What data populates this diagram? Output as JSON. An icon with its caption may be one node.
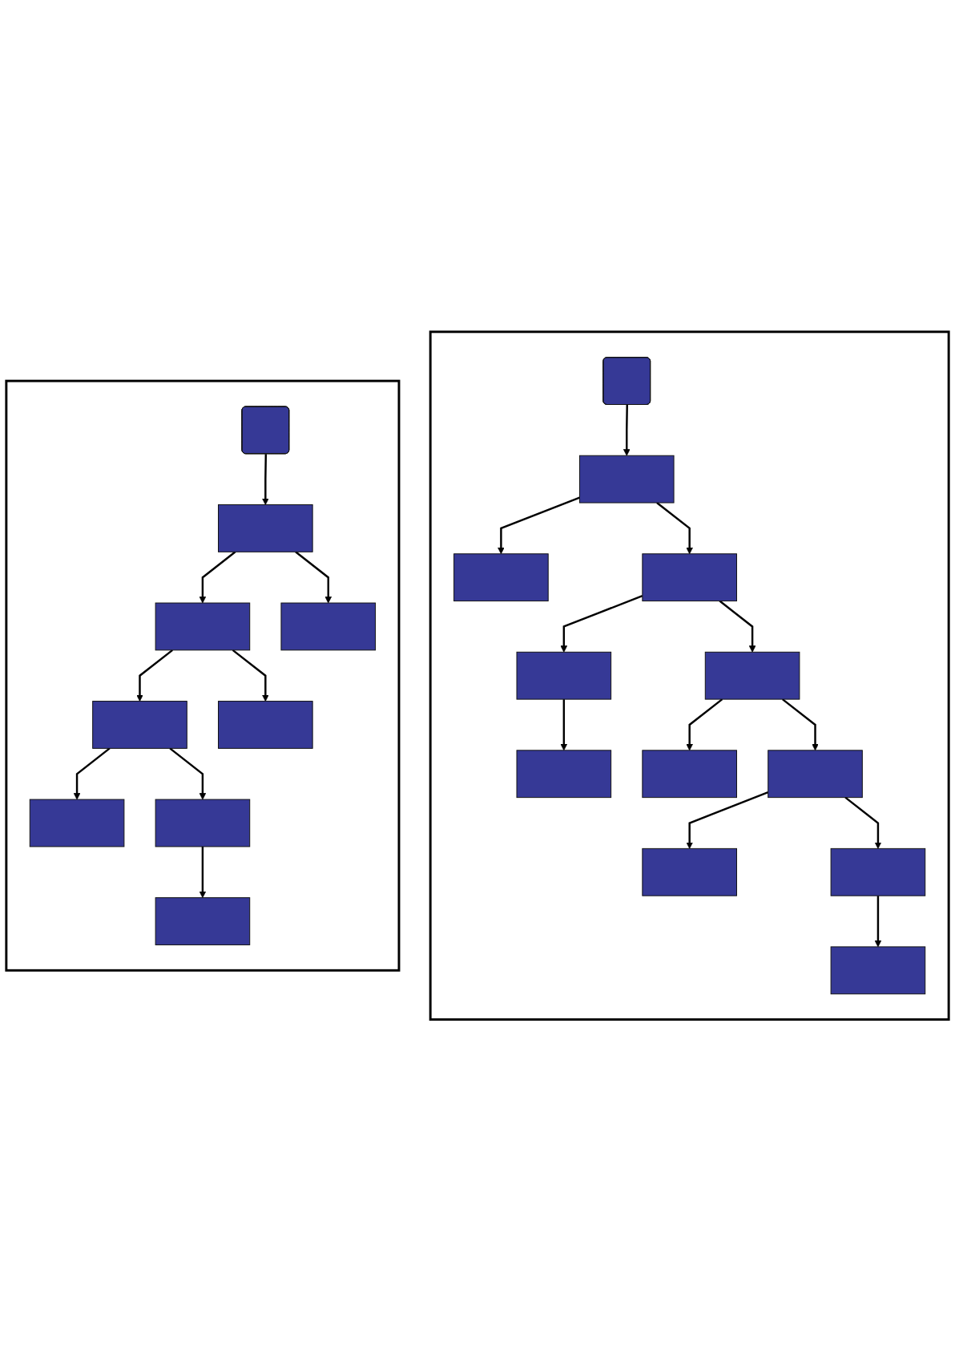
{
  "diagram": {
    "nodes": [
      {
        "text": [],
        "shape": "box"
      },
      {
        "text": [],
        "shape": "box",
        "in": 0
      },
      {
        "text": [],
        "shape": "box",
        "in": 0
      },
      {
        "text": [],
        "shape": "box",
        "in": 0
      },
      {
        "text": [],
        "shape": "box",
        "in": 0
      },
      {
        "text": [],
        "shape": "box",
        "in": 0
      },
      {
        "text": [],
        "shape": "box",
        "in": 0
      },
      {
        "text": [],
        "shape": "box",
        "in": 0
      },
      {
        "text": [],
        "shape": "box",
        "in": 0
      },
      {
        "text": [],
        "shape": "box",
        "in": 0
      },
      {
        "text": [],
        "shape": "box",
        "in": 0
      },
      {
        "text": [],
        "shape": "box",
        "in": 0
      },
      {
        "text": [],
        "shape": "box",
        "in": 0
      },
      {
        "text": [],
        "shape": "box"
      },
      {
        "text": [],
        "shape": "box",
        "in": 13
      },
      {
        "text": [],
        "shape": "box",
        "in": 13
      },
      {
        "text": [],
        "shape": "box",
        "in": 13
      },
      {
        "text": [],
        "shape": "box",
        "in": 13
      },
      {
        "text": [],
        "shape": "box",
        "in": 13
      },
      {
        "text": [],
        "shape": "box",
        "in": 13
      },
      {
        "text": [],
        "shape": "box",
        "in": 13
      },
      {
        "text": [],
        "shape": "box",
        "in": 13
      },
      {
        "text": [],
        "shape": "box",
        "in": 13
      }
    ],
    "edges": [
      {
        "from": 1,
        "to": 2,
        "arrow": "to"
      },
      {
        "from": 2,
        "to": 3,
        "arrow": "to"
      },
      {
        "from": 2,
        "to": 4,
        "arrow": "to"
      },
      {
        "from": 4,
        "to": 5,
        "arrow": "to"
      },
      {
        "from": 5,
        "to": 6,
        "arrow": "to"
      },
      {
        "from": 4,
        "to": 7,
        "arrow": "to"
      },
      {
        "from": 7,
        "to": 8,
        "arrow": "to"
      },
      {
        "from": 7,
        "to": 9,
        "arrow": "to"
      },
      {
        "from": 9,
        "to": 10,
        "arrow": "to"
      },
      {
        "from": 9,
        "to": 11,
        "arrow": "to"
      },
      {
        "from": 11,
        "to": 12,
        "arrow": "to"
      },
      {
        "from": 14,
        "to": 15,
        "arrow": "to"
      },
      {
        "from": 15,
        "to": 16,
        "arrow": "to"
      },
      {
        "from": 16,
        "to": 17,
        "arrow": "to"
      },
      {
        "from": 17,
        "to": 18,
        "arrow": "to"
      },
      {
        "from": 15,
        "to": 19,
        "arrow": "to"
      },
      {
        "from": 16,
        "to": 20,
        "arrow": "to"
      },
      {
        "from": 17,
        "to": 21,
        "arrow": "to"
      },
      {
        "from": 21,
        "to": 22,
        "arrow": "to"
      }
    ]
  }
}
